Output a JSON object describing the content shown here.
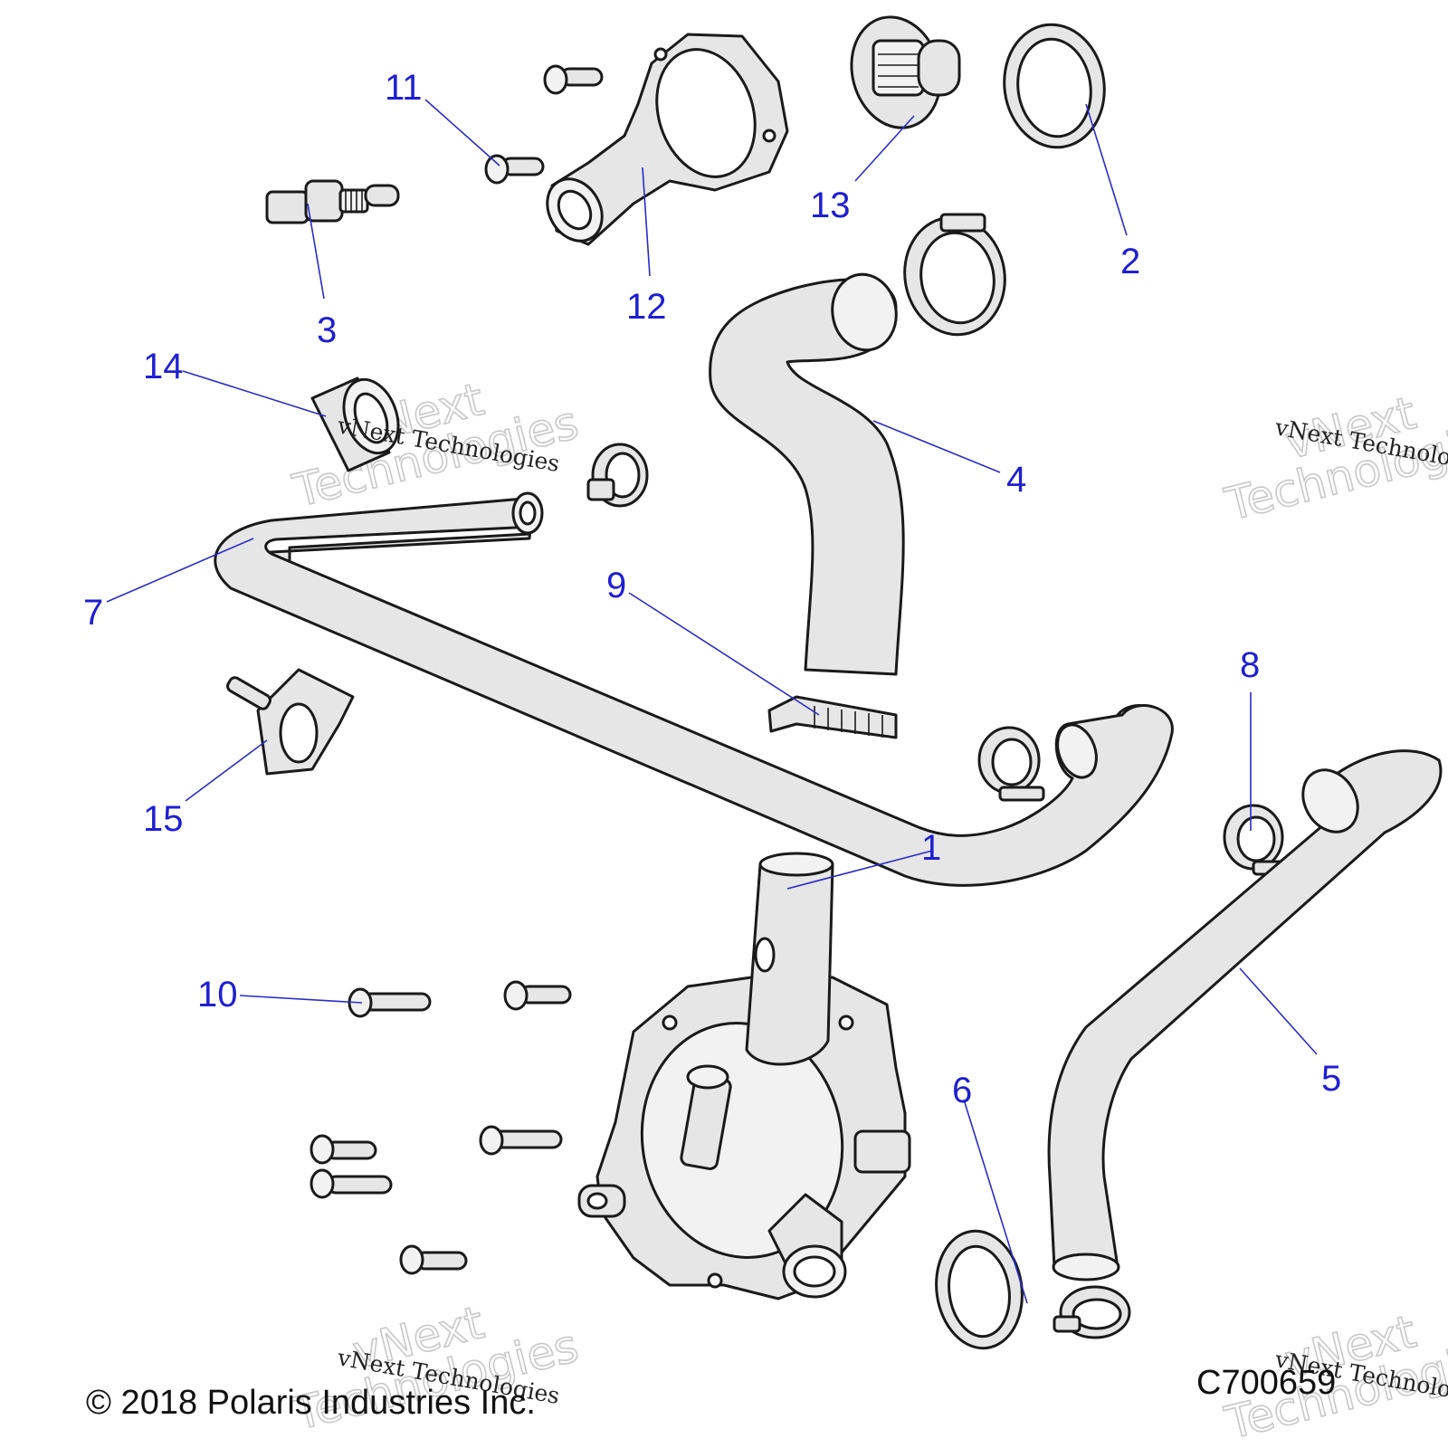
{
  "callouts": [
    {
      "id": "1",
      "label": "1"
    },
    {
      "id": "2",
      "label": "2"
    },
    {
      "id": "3",
      "label": "3"
    },
    {
      "id": "4",
      "label": "4"
    },
    {
      "id": "5",
      "label": "5"
    },
    {
      "id": "6",
      "label": "6"
    },
    {
      "id": "7",
      "label": "7"
    },
    {
      "id": "8",
      "label": "8"
    },
    {
      "id": "9",
      "label": "9"
    },
    {
      "id": "10",
      "label": "10"
    },
    {
      "id": "11",
      "label": "11"
    },
    {
      "id": "12",
      "label": "12"
    },
    {
      "id": "13",
      "label": "13"
    },
    {
      "id": "14",
      "label": "14"
    },
    {
      "id": "15",
      "label": "15"
    }
  ],
  "watermark": {
    "line1": "vNext",
    "line2": "Technologies",
    "small": "vNext Technologies"
  },
  "footer": {
    "copyright": "© 2018 Polaris Industries Inc.",
    "figure_code": "C700659"
  },
  "colors": {
    "callout": "#1f1fd0",
    "leader": "#2b2bc8",
    "part_fill": "#e6e6e6",
    "outline": "#1a1a1a"
  }
}
